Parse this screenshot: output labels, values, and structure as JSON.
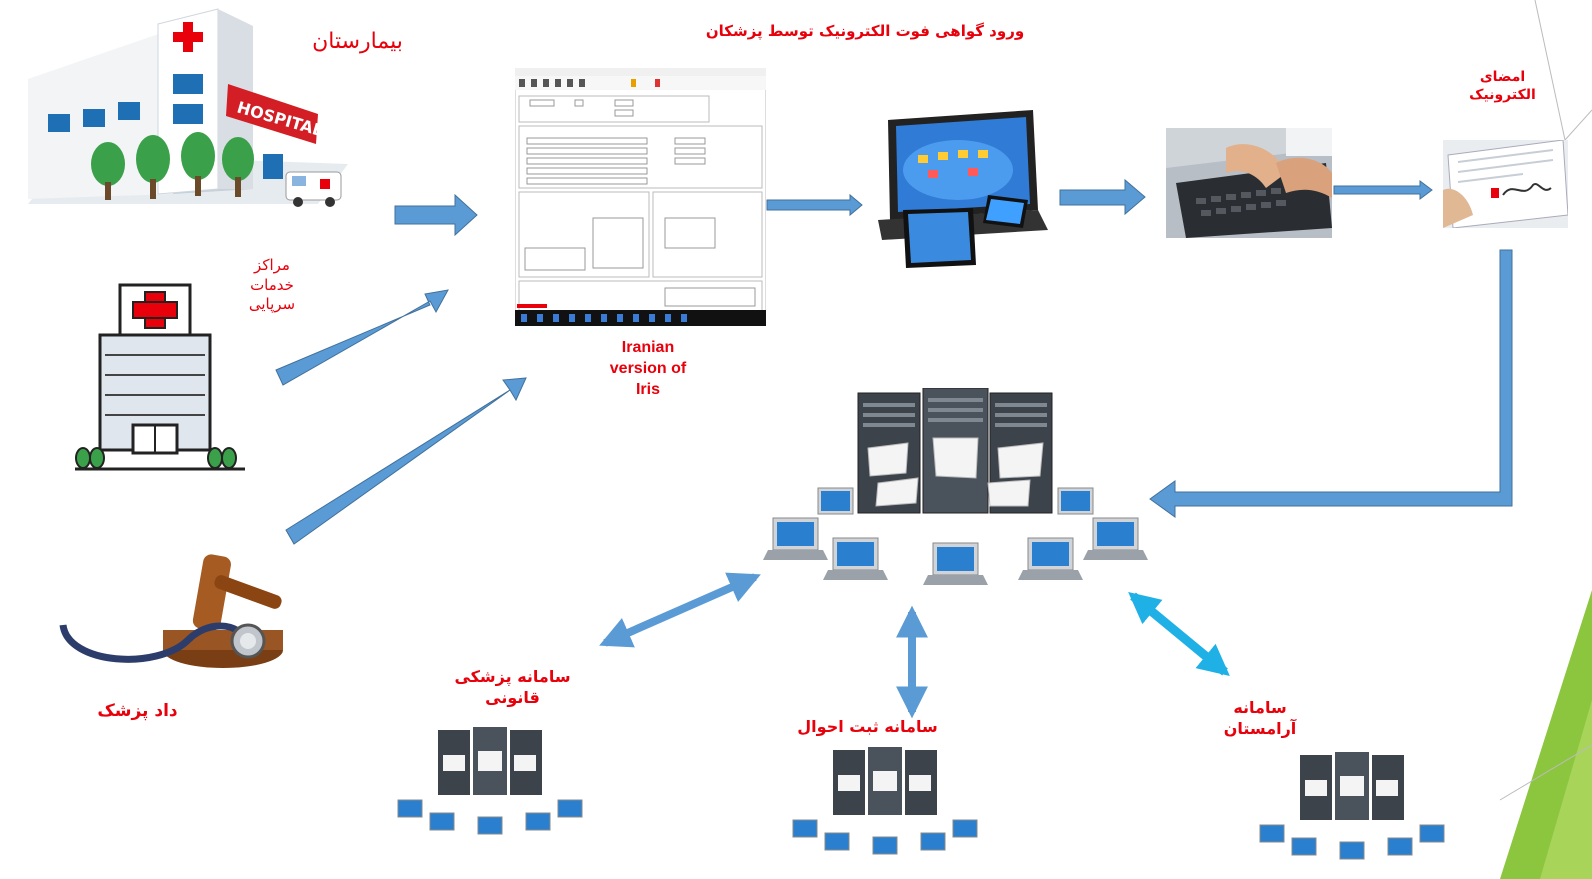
{
  "labels": {
    "hospital": "بیمارستان",
    "outpatient_line1": "مراکز",
    "outpatient_line2": "خدمات",
    "outpatient_line3": "سرپایی",
    "forensic_doctor": "داد پزشک",
    "entry": "ورود  گواهی فوت الکترونیک  توسط پزشکان",
    "signature_line1": "امضای",
    "signature_line2": "الکترونیک",
    "iris_line1": "Iranian",
    "iris_line2": "version of",
    "iris_line3": "Iris",
    "legal_med_line1": "سامانه پزشکی",
    "legal_med_line2": "قانونی",
    "civil_reg": "سامانه  ثبت احوال",
    "cemetery_line1": "سامانه",
    "cemetery_line2": "آرامستان"
  },
  "hospital_sign": "HOSPITAL",
  "colors": {
    "label_red": "#e8000b",
    "arrow_fill": "#5b9bd5",
    "arrow_stroke": "#41719c",
    "double_arrow": "#5b9bd5",
    "cyan_arrow": "#1fb0e6",
    "decor_green": "#8cc63f"
  },
  "icons": {
    "hospital": "hospital-building-icon",
    "clinic": "clinic-building-icon",
    "gavel": "gavel-stethoscope-icon",
    "screenshot": "iris-software-screenshot",
    "devices": "laptop-tablet-phone-icon",
    "typing": "keyboard-typing-photo",
    "tablet_sign": "tablet-signature-photo",
    "network": "server-network-icon"
  }
}
